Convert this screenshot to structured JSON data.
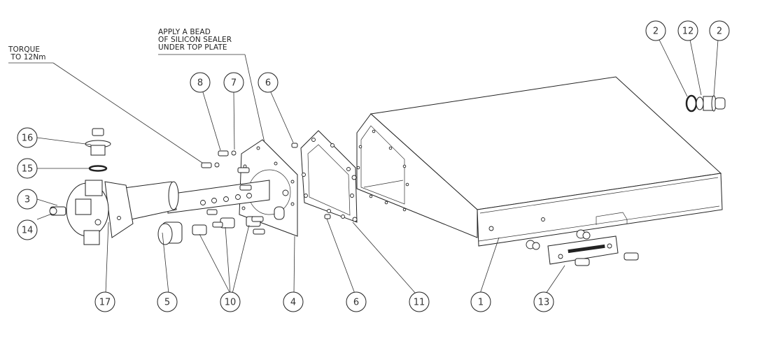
{
  "drawing": {
    "title": "Exploded assembly drawing",
    "notes": [
      {
        "id": "torque-note",
        "lines": [
          "TORQUE",
          " TO 12Nm"
        ]
      },
      {
        "id": "sealer-note",
        "lines": [
          "APPLY A BEAD",
          "OF SILICON SEALER",
          "UNDER TOP PLATE"
        ]
      }
    ],
    "balloons": [
      {
        "id": "b16",
        "label": "16"
      },
      {
        "id": "b15",
        "label": "15"
      },
      {
        "id": "b3",
        "label": "3"
      },
      {
        "id": "b14",
        "label": "14"
      },
      {
        "id": "b8",
        "label": "8"
      },
      {
        "id": "b7",
        "label": "7"
      },
      {
        "id": "b6top",
        "label": "6"
      },
      {
        "id": "b17",
        "label": "17"
      },
      {
        "id": "b5",
        "label": "5"
      },
      {
        "id": "b10",
        "label": "10"
      },
      {
        "id": "b4",
        "label": "4"
      },
      {
        "id": "b6bot",
        "label": "6"
      },
      {
        "id": "b11",
        "label": "11"
      },
      {
        "id": "b1",
        "label": "1"
      },
      {
        "id": "b13",
        "label": "13"
      },
      {
        "id": "b2left",
        "label": "2"
      },
      {
        "id": "b12",
        "label": "12"
      },
      {
        "id": "b2right",
        "label": "2"
      }
    ]
  }
}
